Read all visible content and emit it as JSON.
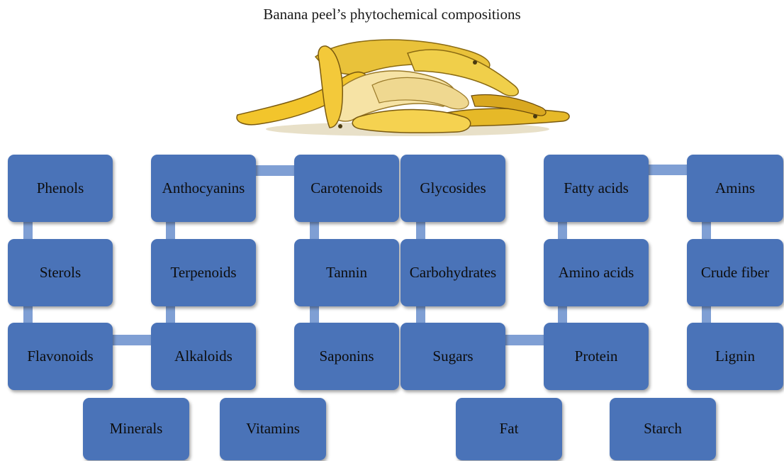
{
  "title": "Banana peel’s phytochemical compositions",
  "illustration": {
    "subject": "pile of banana peels"
  },
  "colors": {
    "node_fill": "#4a73b8",
    "connector": "#7f9fd4"
  },
  "nodes": {
    "phenols": "Phenols",
    "anthocyanins": "Anthocyanins",
    "carotenoids": "Carotenoids",
    "glycosides": "Glycosides",
    "fatty_acids": "Fatty acids",
    "amins": "Amins",
    "sterols": "Sterols",
    "terpenoids": "Terpenoids",
    "tannin": "Tannin",
    "carbohydrates": "Carbohydrates",
    "amino_acids": "Amino acids",
    "crude_fiber": "Crude fiber",
    "flavonoids": "Flavonoids",
    "alkaloids": "Alkaloids",
    "saponins": "Saponins",
    "sugars": "Sugars",
    "protein": "Protein",
    "lignin": "Lignin",
    "minerals": "Minerals",
    "vitamins": "Vitamins",
    "fat": "Fat",
    "starch": "Starch"
  }
}
